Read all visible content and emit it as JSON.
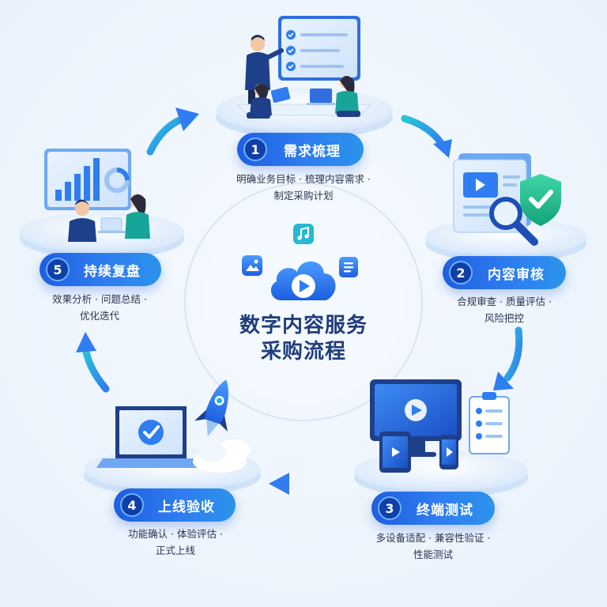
{
  "title": {
    "line1": "数字内容服务",
    "line2": "采购流程"
  },
  "steps": [
    {
      "number": "1",
      "label": "需求梳理",
      "desc_line1": "明确业务目标 · 梳理内容需求 ·",
      "desc_line2": "制定采购计划"
    },
    {
      "number": "2",
      "label": "内容审核",
      "desc_line1": "合规审查 · 质量评估 ·",
      "desc_line2": "风险把控"
    },
    {
      "number": "3",
      "label": "终端测试",
      "desc_line1": "多设备适配 · 兼容性验证 ·",
      "desc_line2": "性能测试"
    },
    {
      "number": "4",
      "label": "上线验收",
      "desc_line1": "功能确认 · 体验评估 ·",
      "desc_line2": "正式上线"
    },
    {
      "number": "5",
      "label": "持续复盘",
      "desc_line1": "效果分析 · 问题总结 ·",
      "desc_line2": "优化迭代"
    }
  ],
  "colors": {
    "primary": "#2f7df0",
    "primary_dark": "#0f3fa8",
    "accent_teal": "#22b6c9",
    "title_text": "#1f3d7a",
    "body_text": "#2a3550",
    "shield_green": "#1fb98a"
  },
  "icons": {
    "center": "cloud-play-icon",
    "center_small": [
      "image-icon",
      "music-note-icon",
      "document-list-icon"
    ],
    "step1": "team-meeting-checklist-icon",
    "step2": "document-magnifier-shield-icon",
    "step3": "multi-device-video-icon",
    "step4": "laptop-check-rocket-icon",
    "step5": "analytics-dashboard-team-icon"
  }
}
